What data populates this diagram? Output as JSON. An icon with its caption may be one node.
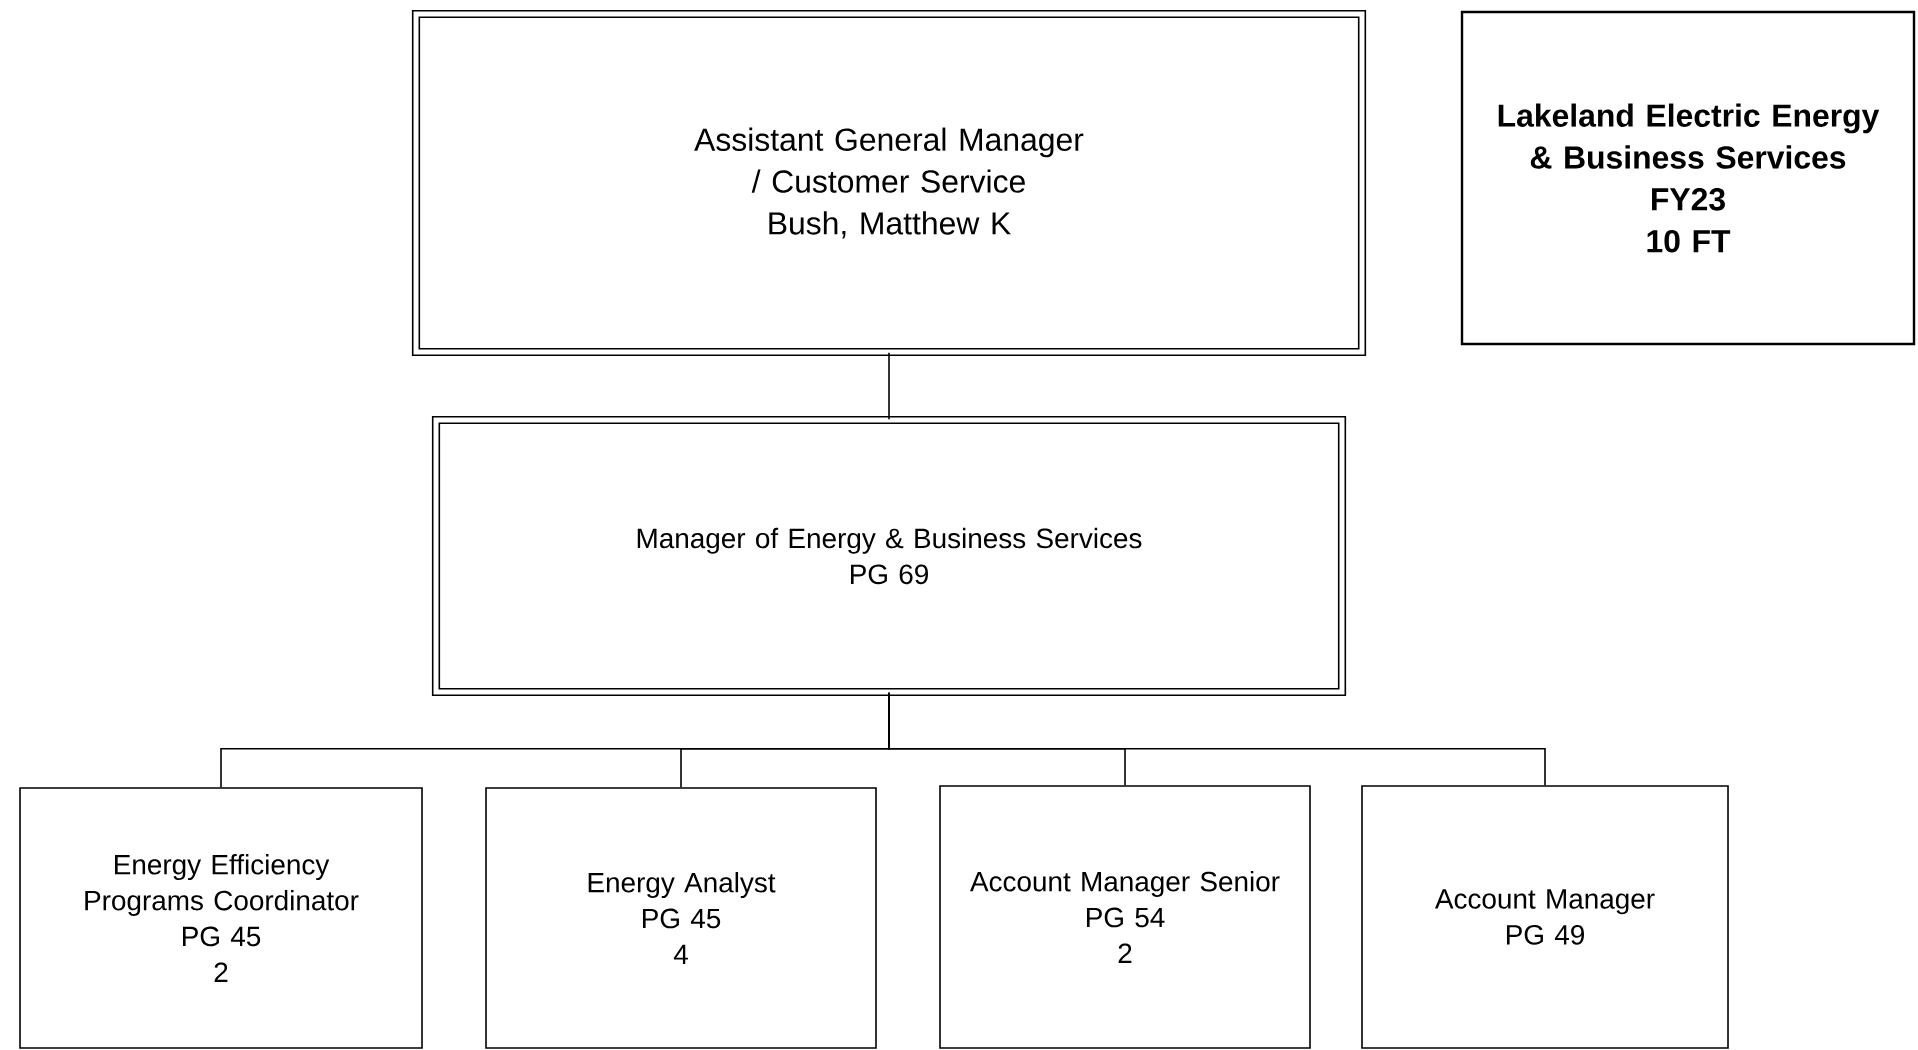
{
  "diagram": {
    "nodes": [
      {
        "text": [
          "Assistant General Manager / Customer Service",
          "Bush, Matthew K"
        ]
      },
      {
        "text": [
          "Manager of Energy & Business Services",
          "PG 69"
        ]
      },
      {
        "text": [
          "Energy Efficiency Programs Coordinator",
          "PG 45",
          "2"
        ]
      },
      {
        "text": [
          "Energy Analyst",
          "PG 45",
          "4"
        ]
      },
      {
        "text": [
          "Account Manager Senior",
          "PG 54",
          "2"
        ]
      },
      {
        "text": [
          "Account Manager",
          "PG 49"
        ]
      },
      {
        "text": [
          "Lakeland Electric Energy & Business Services",
          "FY23",
          "10 FT"
        ]
      }
    ],
    "edges": [
      {
        "from": 0,
        "to": 1,
        "arrow": "none"
      },
      {
        "from": 1,
        "to": 2,
        "arrow": "none"
      },
      {
        "from": 1,
        "to": 3,
        "arrow": "none"
      },
      {
        "from": 1,
        "to": 4,
        "arrow": "none"
      },
      {
        "from": 1,
        "to": 5,
        "arrow": "none"
      }
    ]
  }
}
